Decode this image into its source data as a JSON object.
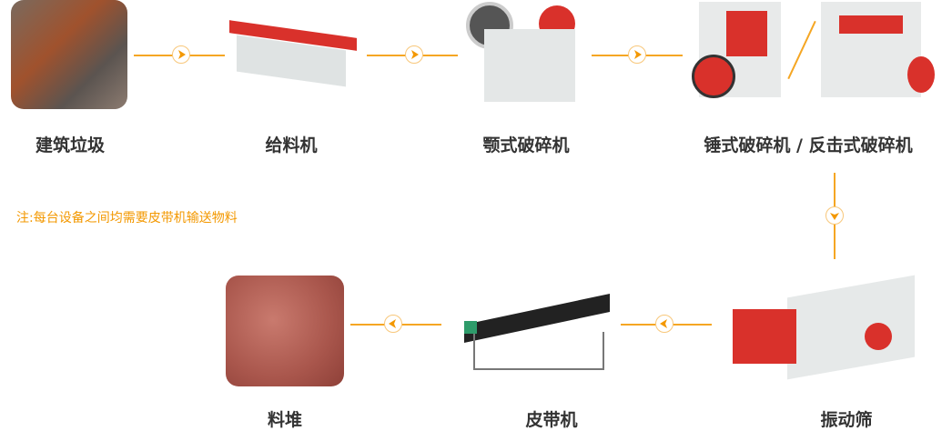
{
  "steps": {
    "waste": "建筑垃圾",
    "feeder": "给料机",
    "jaw_crusher": "颚式破碎机",
    "hammer_impact": "锤式破碎机 / 反击式破碎机",
    "screen": "振动筛",
    "belt": "皮带机",
    "stockpile": "料堆"
  },
  "note": "注:每台设备之间均需要皮带机输送物料",
  "colors": {
    "accent": "#f5a623",
    "text": "#333333",
    "machine_red": "#d9312b"
  }
}
